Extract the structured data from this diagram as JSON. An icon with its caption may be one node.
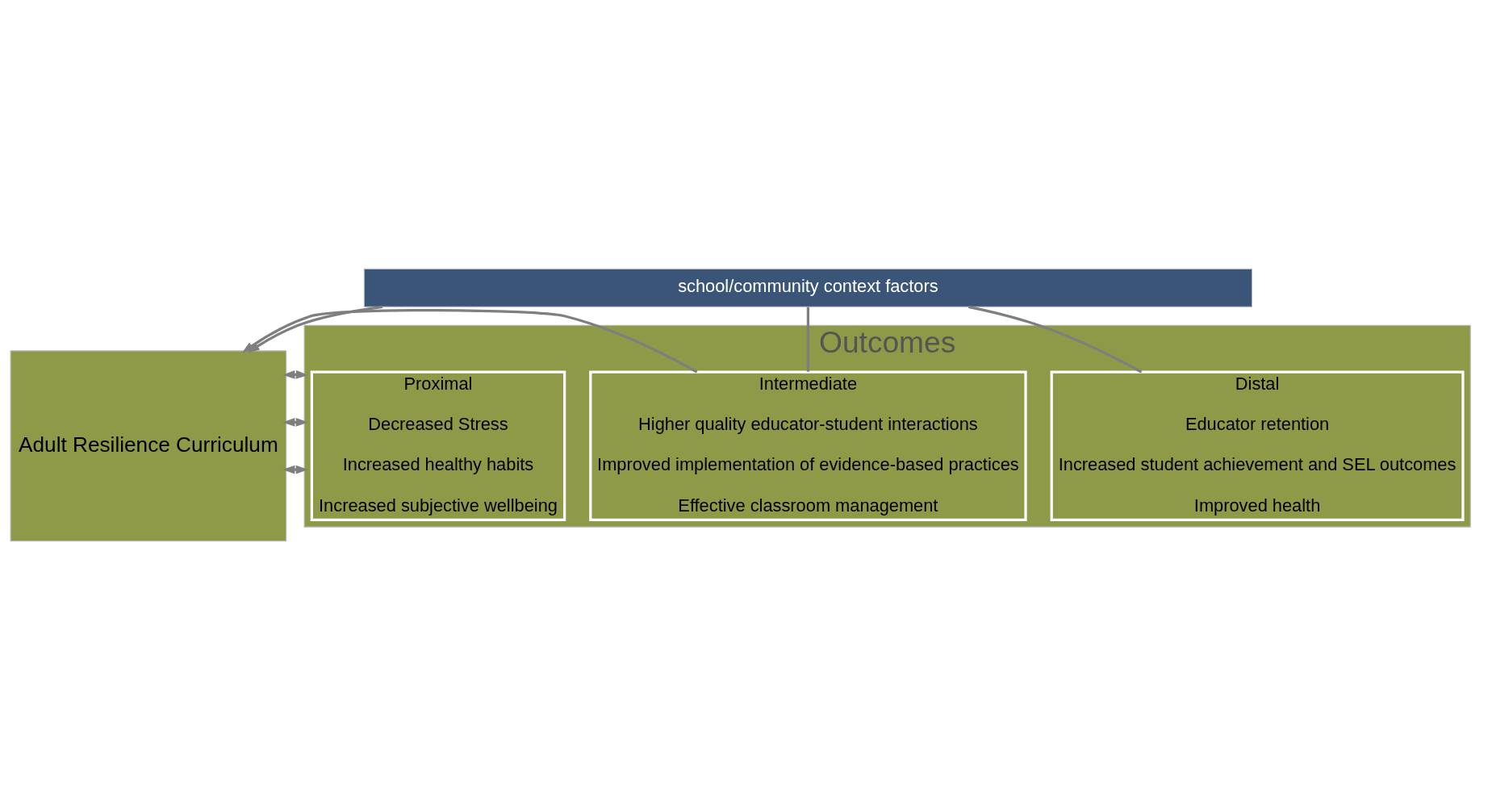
{
  "diagram": {
    "nodes": [
      {
        "text": [
          "Adult Resilience Curriculum"
        ]
      },
      {
        "text": [
          "Outcomes"
        ]
      },
      {
        "text": [
          "Proximal",
          "Decreased Stress",
          "Increased healthy habits",
          "Increased subjective wellbeing"
        ],
        "in": 1
      },
      {
        "text": [
          "Intermediate",
          "Higher quality educator-student interactions",
          "Improved implementation of evidence-based practices",
          "Effective classroom management"
        ],
        "in": 1
      },
      {
        "text": [
          "Distal",
          "Educator retention",
          "Increased student achievement and SEL outcomes",
          "Improved health"
        ],
        "in": 1
      },
      {
        "text": [
          "school/community context factors"
        ]
      }
    ],
    "edges": [
      {
        "from": 0,
        "to": 1,
        "arrow": "both"
      },
      {
        "from": 0,
        "to": 1,
        "arrow": "both"
      },
      {
        "from": 0,
        "to": 1,
        "arrow": "both"
      },
      {
        "from": 5,
        "to": 0,
        "arrow": "to"
      },
      {
        "from": 3,
        "to": 0,
        "arrow": "to"
      },
      {
        "from": 5,
        "to": 3,
        "arrow": "none"
      },
      {
        "from": 5,
        "to": 4,
        "arrow": "none"
      }
    ]
  }
}
